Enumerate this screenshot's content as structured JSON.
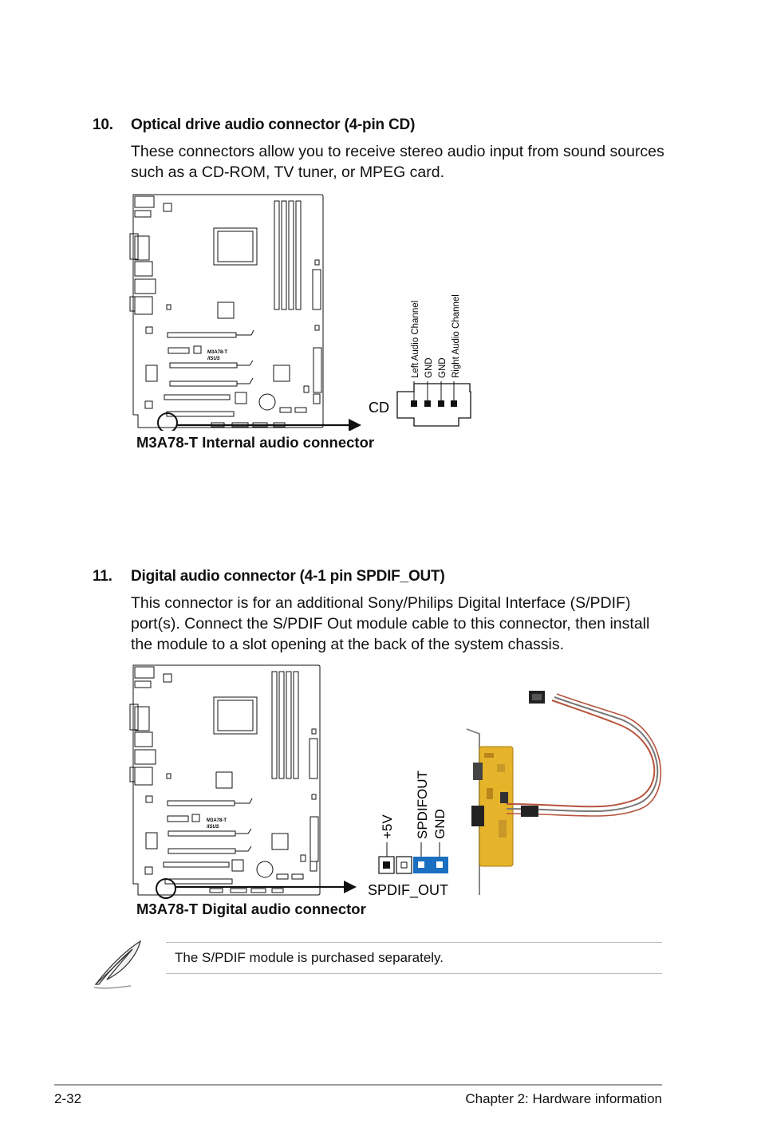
{
  "section10": {
    "number": "10.",
    "title": "Optical drive audio connector (4-pin CD)",
    "line1": "These connectors allow you to receive stereo audio input from sound sources",
    "line2": "such as a CD-ROM, TV tuner, or MPEG card.",
    "board_label": "M3A78-T",
    "board_brand": "/ISUS",
    "connector_label": "CD",
    "pins": [
      "Left Audio Channel",
      "GND",
      "GND",
      "Right Audio Channel"
    ],
    "caption": "M3A78-T Internal audio connector"
  },
  "section11": {
    "number": "11.",
    "title": "Digital audio connector (4-1 pin SPDIF_OUT)",
    "line1": "This connector is for an additional Sony/Philips Digital Interface (S/PDIF)",
    "line2": "port(s). Connect the S/PDIF Out module cable to this connector, then install",
    "line3": "the module to a slot opening at the back of the system chassis.",
    "board_label": "M3A78-T",
    "board_brand": "/ISUS",
    "connector_label": "SPDIF_OUT",
    "pins": [
      "+5V",
      "SPDIFOUT",
      "GND"
    ],
    "caption": "M3A78-T Digital audio connector"
  },
  "note": {
    "icon": "quill-icon",
    "text": "The S/PDIF module is purchased separately."
  },
  "footer": {
    "page_number": "2-32",
    "chapter": "Chapter 2: Hardware information"
  },
  "colors": {
    "text": "#111111",
    "pin_highlight": "#1a6fc0",
    "pcb": "#e6b42a"
  }
}
